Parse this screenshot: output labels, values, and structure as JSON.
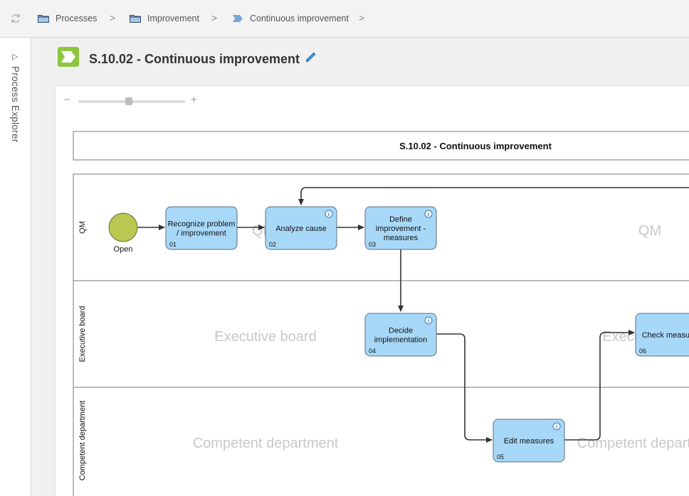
{
  "breadcrumb": {
    "items": [
      {
        "label": "Processes",
        "icon": "folder-icon"
      },
      {
        "label": "Improvement",
        "icon": "folder-icon"
      },
      {
        "label": "Continuous improvement",
        "icon": "process-chevron-icon"
      }
    ],
    "separator": ">"
  },
  "sidebar": {
    "label": "Process Explorer",
    "toggle_glyph": "▷"
  },
  "page": {
    "title": "S.10.02 - Continuous improvement"
  },
  "zoom": {
    "minus": "−",
    "plus": "+",
    "level": 0.47
  },
  "diagram": {
    "pool_title": "S.10.02 - Continuous improvement",
    "lanes": [
      {
        "name": "QM",
        "watermark": "QM"
      },
      {
        "name": "Executive board",
        "watermark": "Executive board"
      },
      {
        "name": "Competent department",
        "watermark": "Competent department"
      }
    ],
    "start_event": {
      "label": "Open"
    },
    "tasks": [
      {
        "id": "01",
        "lines": [
          "Recognize problem",
          "/ improvement"
        ],
        "info": false
      },
      {
        "id": "02",
        "lines": [
          "Analyze cause"
        ],
        "info": true
      },
      {
        "id": "03",
        "lines": [
          "Define",
          "improvement -",
          "measures"
        ],
        "info": true
      },
      {
        "id": "04",
        "lines": [
          "Decide",
          "implementation"
        ],
        "info": true
      },
      {
        "id": "05",
        "lines": [
          "Edit measures"
        ],
        "info": true
      },
      {
        "id": "06",
        "lines": [
          "Check measures"
        ],
        "info": false
      }
    ],
    "info_glyph": "i"
  },
  "colors": {
    "task_fill": "#a8d8f8",
    "task_border": "#5a6e7e",
    "start_fill": "#b8c850",
    "brand_green": "#8cc63f",
    "edit_blue": "#3c8fd0",
    "watermark": "#c8c8c8"
  }
}
